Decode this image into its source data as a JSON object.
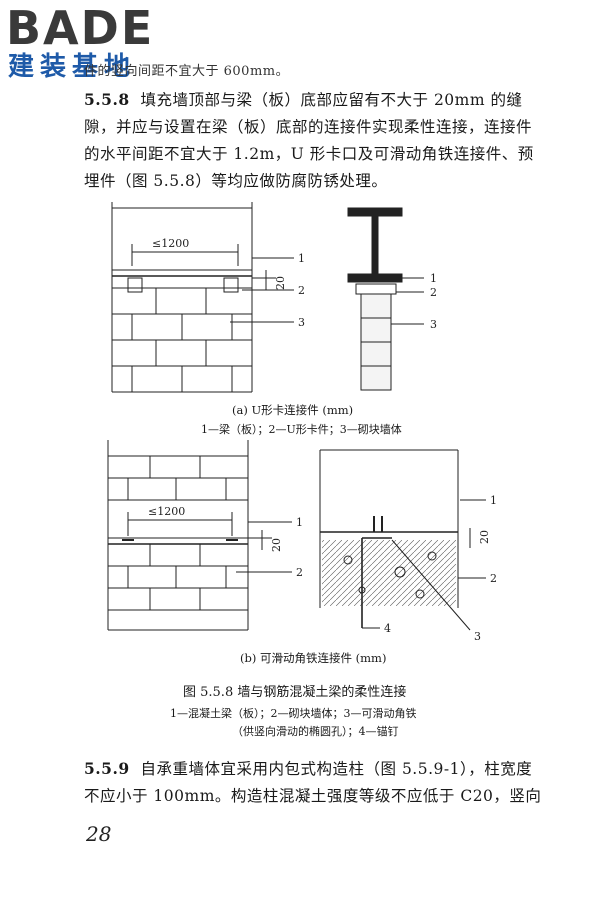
{
  "logo": {
    "brand": "BADE",
    "sub": "建装基地"
  },
  "top_line": "件的竖向间距不宜大于 600mm。",
  "para_558": {
    "number": "5.5.8",
    "lines": [
      "填充墙顶部与梁（板）底部应留有不大于 20mm 的缝",
      "隙，并应与设置在梁（板）底部的连接件实现柔性连接，连接件",
      "的水平间距不宜大于 1.2m，U 形卡口及可滑动角铁连接件、预",
      "埋件（图 5.5.8）等均应做防腐防锈处理。"
    ]
  },
  "figure_a": {
    "dim": "≤1200",
    "gap": "20",
    "callouts": [
      "1",
      "2",
      "3"
    ],
    "caption": "(a) U形卡连接件 (mm)",
    "legend": "1—梁（板）；2—U形卡件；3—砌块墙体"
  },
  "figure_b": {
    "dim": "≤1200",
    "gap": "20",
    "callouts": [
      "1",
      "2",
      "3",
      "4"
    ],
    "caption": "(b) 可滑动角铁连接件 (mm)"
  },
  "figure_title": "图 5.5.8   墙与钢筋混凝土梁的柔性连接",
  "figure_legend_1": "1—混凝土梁（板）；2—砌块墙体；3—可滑动角铁",
  "figure_legend_2": "（供竖向滑动的椭圆孔）；4—锚钉",
  "para_559": {
    "number": "5.5.9",
    "lines": [
      "自承重墙体宜采用内包式构造柱（图 5.5.9-1），柱宽度",
      "不应小于 100mm。构造柱混凝土强度等级不应低于 C20，竖向"
    ]
  },
  "page_number": "28"
}
